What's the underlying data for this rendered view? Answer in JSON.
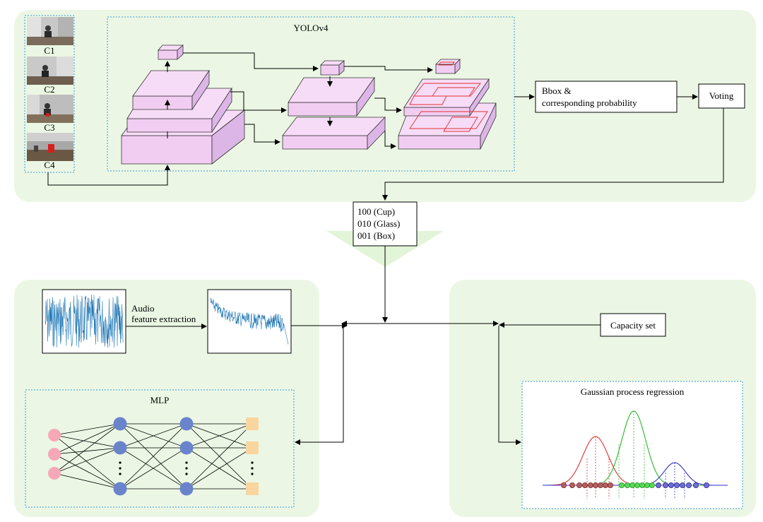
{
  "yolo": {
    "title": "YOLOv4",
    "cameras": [
      "C1",
      "C2",
      "C3",
      "C4"
    ]
  },
  "bbox": {
    "line1": "Bbox &",
    "line2": "corresponding probability"
  },
  "voting": {
    "label": "Voting"
  },
  "classes": {
    "line1": "100 (Cup)",
    "line2": "010 (Glass)",
    "line3": "001 (Box)"
  },
  "audio": {
    "line1": "Audio",
    "line2": "feature extraction"
  },
  "mlp": {
    "title": "MLP"
  },
  "capacity": {
    "label": "Capacity set"
  },
  "gpr": {
    "title": "Gaussian process regression"
  },
  "colors": {
    "panel_bg": "#ebf7e4",
    "dotted_border": "#3a9ad9",
    "layer_fill": "#f2cdf2",
    "waveform": "#1f77b4",
    "input_node": "#f7a8b8",
    "hidden_node": "#6a84cc",
    "output_node": "#f9d5a0",
    "curve_red": "#e03030",
    "curve_green": "#2bb52b",
    "curve_blue": "#2e2ed0"
  }
}
